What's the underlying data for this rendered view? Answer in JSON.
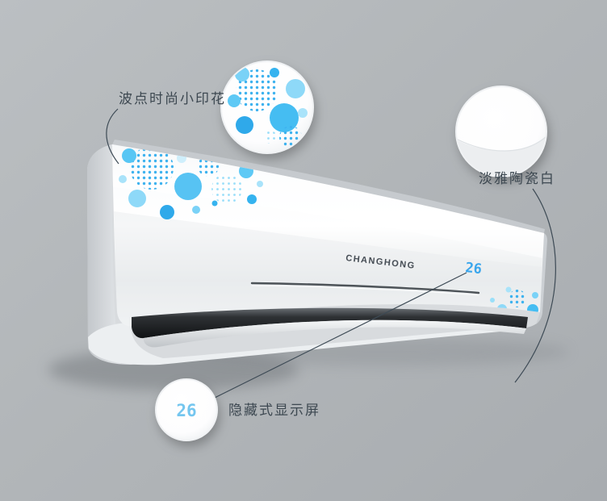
{
  "callouts": {
    "pattern": {
      "label": "波点时尚小印花"
    },
    "ceramic_white": {
      "label": "淡雅陶瓷白"
    },
    "hidden_display": {
      "label": "隐藏式显示屏",
      "zoom_value": "26"
    }
  },
  "product": {
    "brand": "CHANGHONG",
    "panel_display_value": "26"
  },
  "colors": {
    "wall_background": "#b2b6b9",
    "pattern_blue": "#3db2ef",
    "display_blue": "#5fb9ee",
    "callout_line": "#3d4a55",
    "label_text": "#3d4851",
    "unit_body_white": "#ffffff",
    "vent_dark": "#17191c"
  }
}
